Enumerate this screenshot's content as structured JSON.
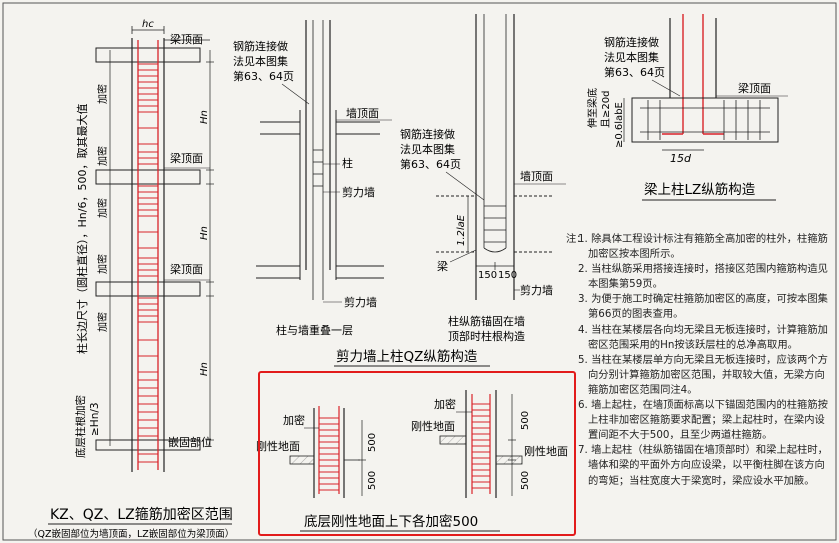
{
  "left_diagram": {
    "hc": "hc",
    "beam_top": "梁顶面",
    "jiami_1": "加密",
    "jiami_2": "加密",
    "jiami_3": "加密",
    "jiami_4": "加密",
    "jiami_5": "加密",
    "vert_label_1": "柱长边尺寸（圆柱直径），Hn/6，500，取其最大值",
    "vert_label_2": "底层柱根加密",
    "vert_label_2b": "≥Hn/3",
    "hn_1": "Hn",
    "hn_2": "Hn",
    "hn_3": "Hn",
    "beam_top_2": "梁顶面",
    "beam_top_3": "梁顶面",
    "embed_part": "嵌固部位",
    "title": "KZ、QZ、LZ箍筋加密区范围",
    "subtitle": "（QZ嵌固部位为墙顶面，LZ嵌固部位为梁顶面）"
  },
  "wall_diagram_1": {
    "note_line1": "钢筋连接做",
    "note_line2": "法见本图集",
    "note_line3": "第63、64页",
    "wall_top": "墙顶面",
    "column": "柱",
    "shear_wall": "剪力墙",
    "shear_wall_2": "剪力墙",
    "caption": "柱与墙重叠一层"
  },
  "wall_diagram_2": {
    "note_line1": "钢筋连接做",
    "note_line2": "法见本图集",
    "note_line3": "第63、64页",
    "wall_top": "墙顶面",
    "lae": "1.2laE",
    "beam": "梁",
    "dim_150a": "150",
    "dim_150b": "150",
    "shear_wall": "剪力墙",
    "caption_line1": "柱纵筋锚固在墙",
    "caption_line2": "顶部时柱根构造"
  },
  "wall_section_title": "剪力墙上柱QZ纵筋构造",
  "beam_diagram": {
    "note_line1": "钢筋连接做",
    "note_line2": "法见本图集",
    "note_line3": "第63、64页",
    "beam_top": "梁顶面",
    "vert_1": "伸至梁底",
    "vert_2": "且≥20d",
    "vert_3": "≥0.6labE",
    "dim_15d": "15d",
    "title": "梁上柱LZ纵筋构造"
  },
  "ground_diagram": {
    "jiami_left": "加密",
    "rigid_left": "刚性地面",
    "dim_500_l1": "500",
    "dim_500_l2": "500",
    "jiami_right": "加密",
    "rigid_right_top": "刚性地面",
    "rigid_right_bot": "刚性地面",
    "dim_500_r1": "500",
    "dim_500_r2": "500",
    "title": "底层刚性地面上下各加密500"
  },
  "notes": {
    "label": "注：",
    "items": [
      "1. 除具体工程设计标注有箍筋全高加密的柱外，柱箍筋加密区按本图所示。",
      "2. 当柱纵筋采用搭接连接时，搭接区范围内箍筋构造见本图集第59页。",
      "3. 为便于施工时确定柱箍筋加密区的高度，可按本图集第66页的图表查用。",
      "4. 当柱在某楼层各向均无梁且无板连接时，计算箍筋加密区范围采用的Hn按该跃层柱的总净高取用。",
      "5. 当柱在某楼层单方向无梁且无板连接时，应该两个方向分别计算箍筋加密区范围，并取较大值，无梁方向箍筋加密区范围同注4。",
      "6. 墙上起柱，在墙顶面标高以下锚固范围内的柱箍筋按上柱非加密区箍筋要求配置；梁上起柱时，在梁内设置间距不大于500，且至少两道柱箍筋。",
      "7. 墙上起柱（柱纵筋锚固在墙顶部时）和梁上起柱时，墙体和梁的平面外方向应设梁，以平衡柱脚在该方向的弯矩；当柱宽度大于梁宽时，梁应设水平加腋。"
    ]
  },
  "colors": {
    "highlight": "#e21b1b",
    "rebar": "#d9232a",
    "ink": "#222222"
  }
}
